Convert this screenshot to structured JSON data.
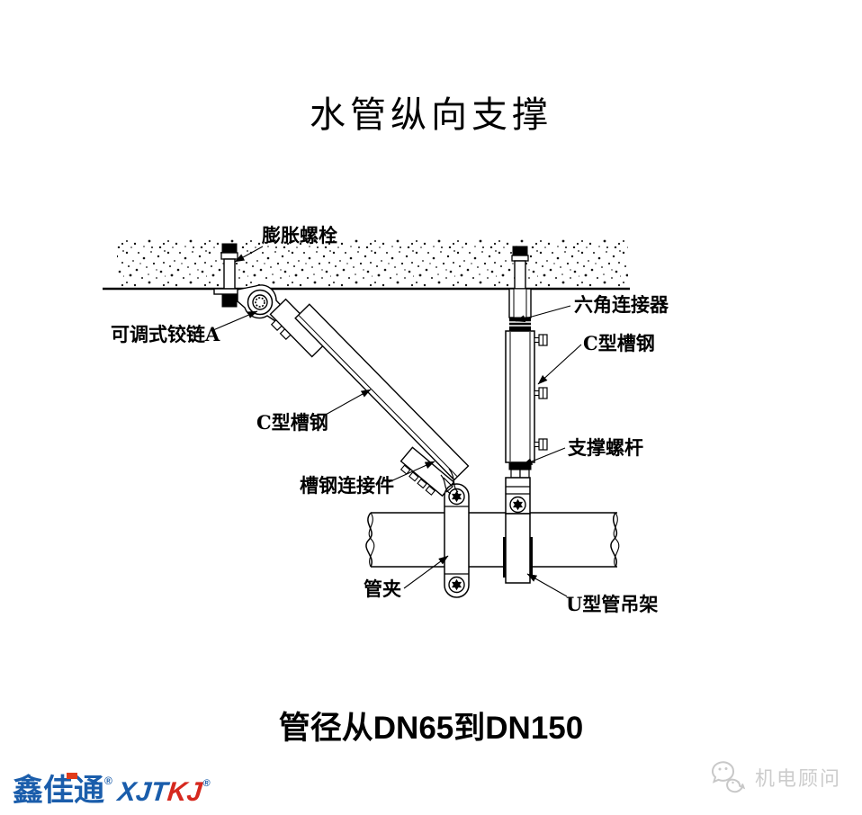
{
  "title": "水管纵向支撑",
  "caption": "管径从DN65到DN150",
  "diagram": {
    "labels": {
      "expansion_bolt": "膨胀螺栓",
      "adjustable_hinge_a": "可调式铰链A",
      "hex_connector": "六角连接器",
      "c_channel_vertical": "C型槽钢",
      "c_channel_diagonal": "C型槽钢",
      "channel_connector": "槽钢连接件",
      "support_rod": "支撑螺杆",
      "pipe_clamp": "管夹",
      "u_pipe_hanger": "U型管吊架"
    }
  },
  "footer": {
    "brand1": {
      "name": "鑫佳通",
      "reg": "®"
    },
    "brand2": {
      "text_blue": "XJT",
      "text_red": "KJ",
      "reg": "®"
    },
    "watermark": {
      "icon": "wechat-icon",
      "text": "机电顾问"
    }
  },
  "colors": {
    "line_black": "#000000",
    "brand_blue": "#1a5dab",
    "brand_red": "#d6281e",
    "accent_red": "#e23c1b",
    "watermark_gray": "#cccccc",
    "background": "#ffffff"
  }
}
